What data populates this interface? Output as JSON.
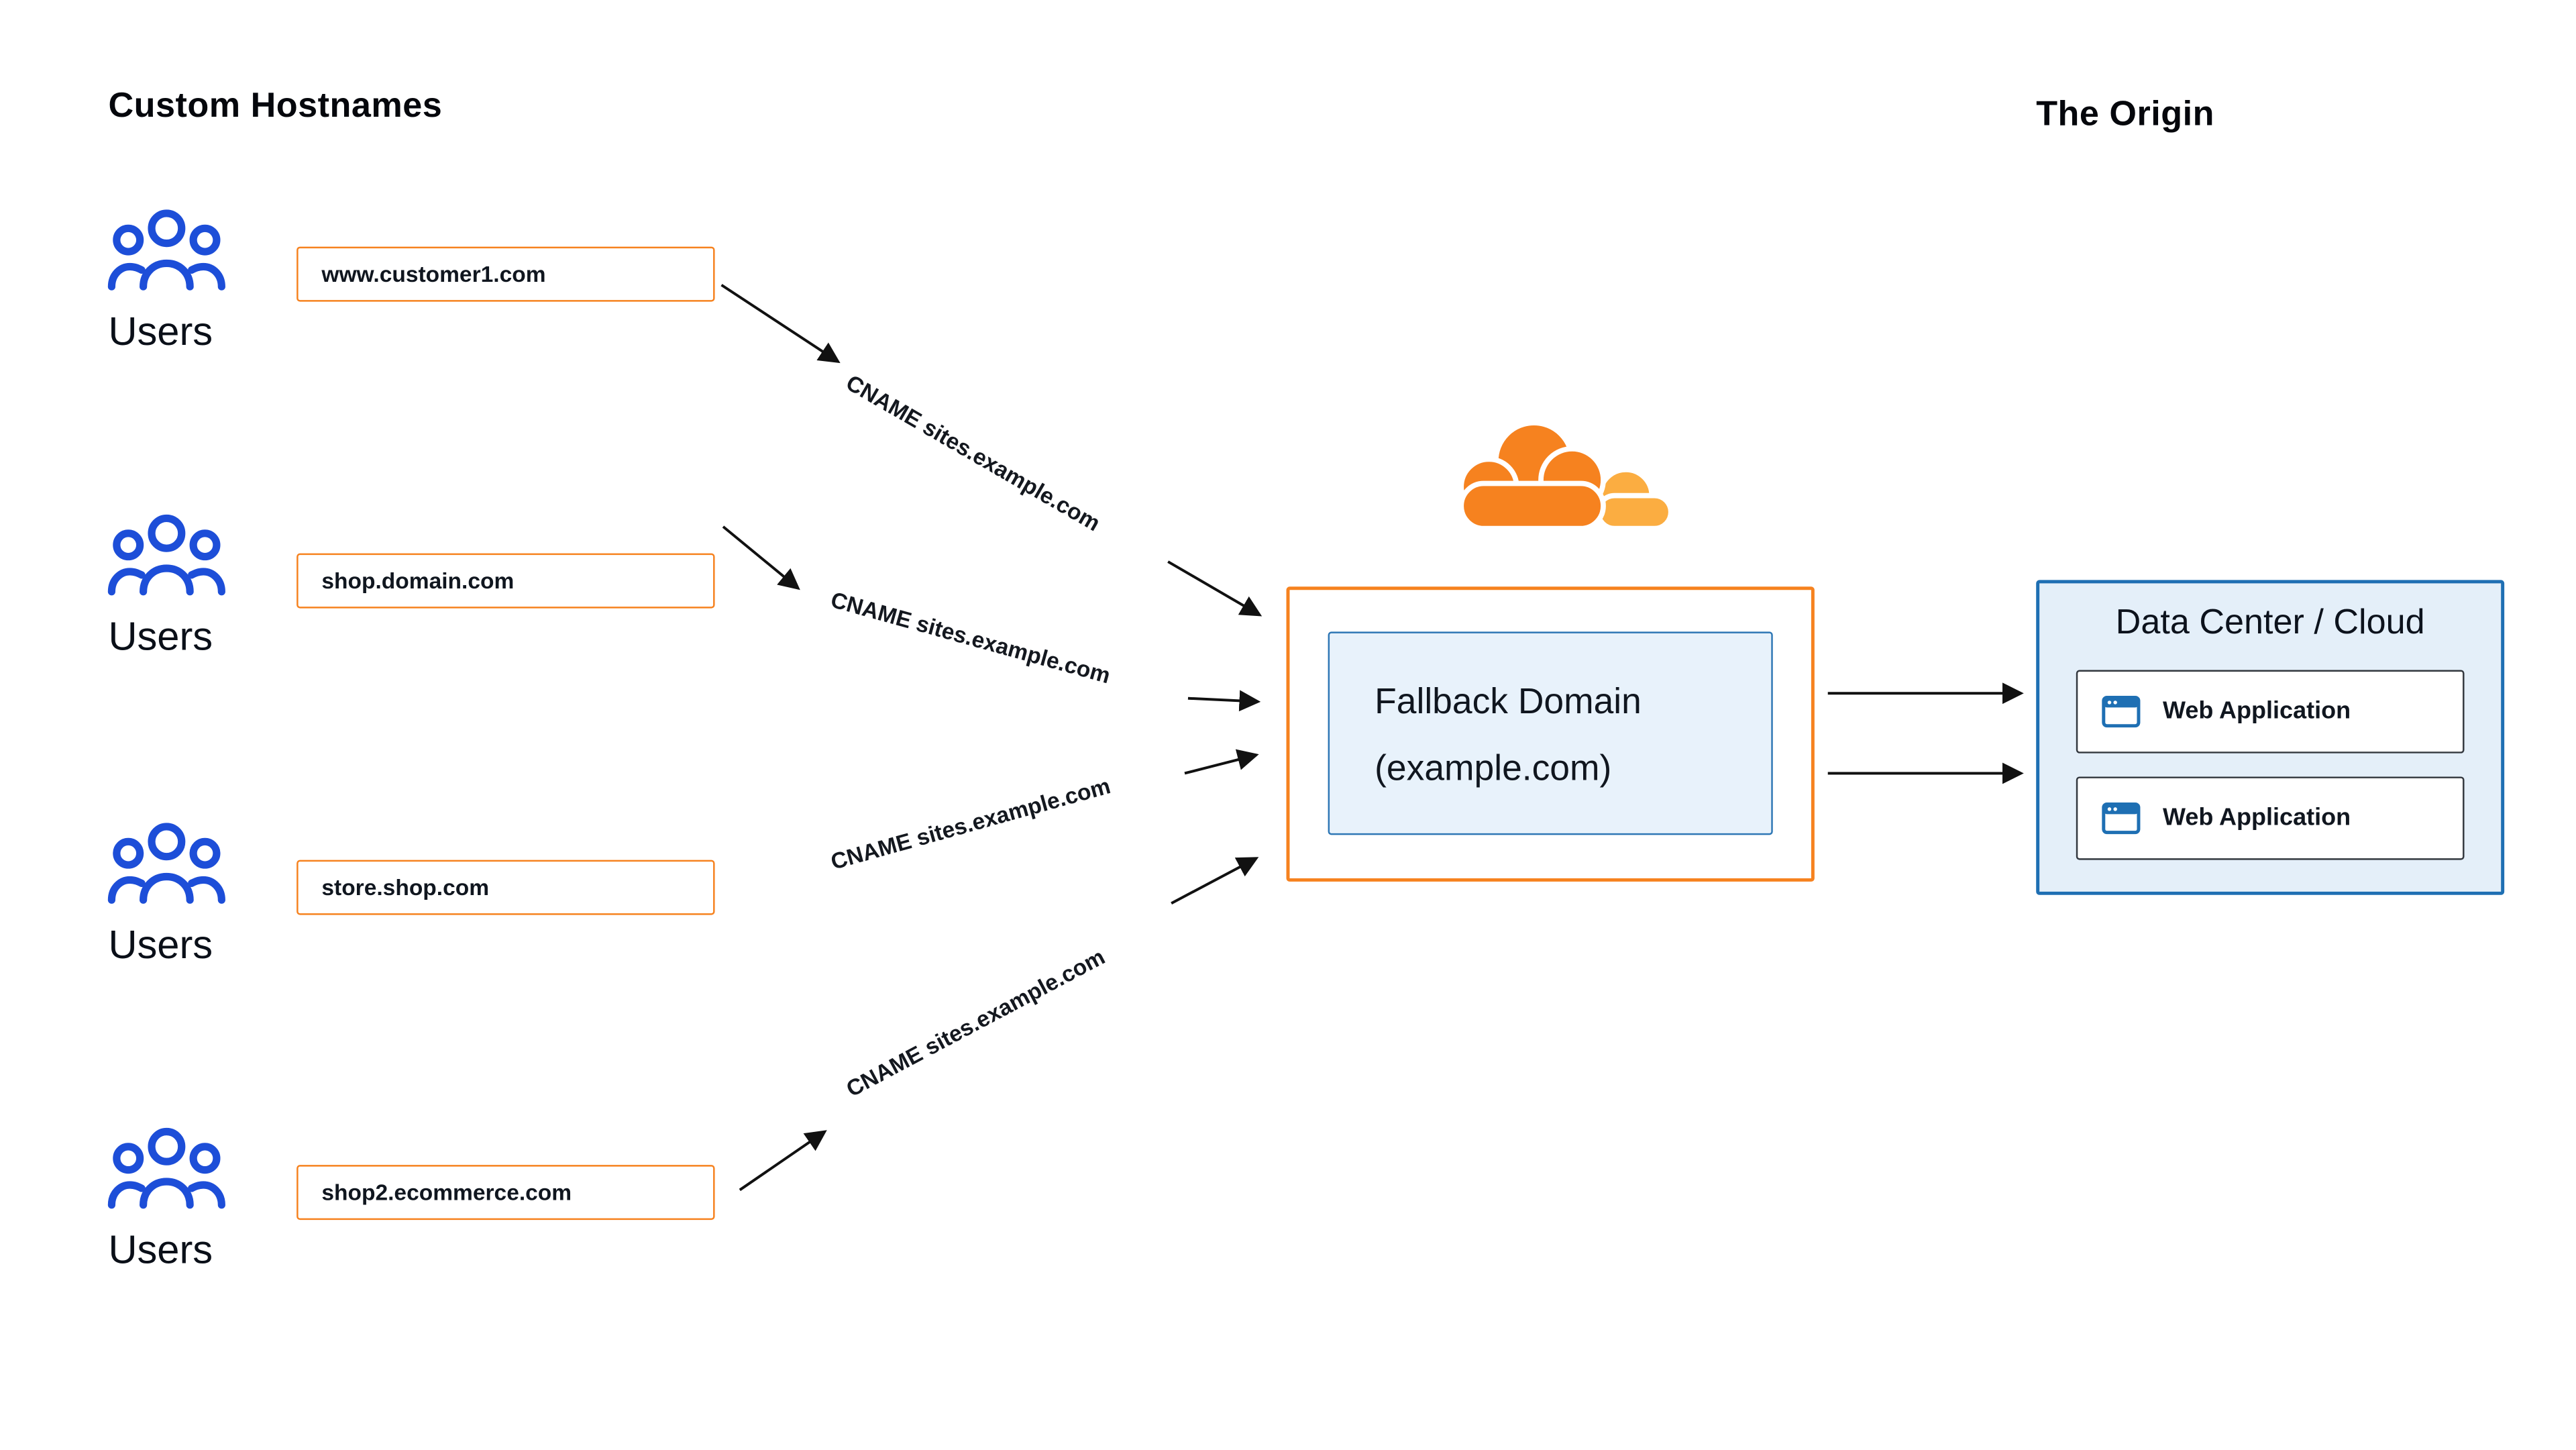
{
  "diagram": {
    "left_heading": "Custom Hostnames",
    "right_heading": "The Origin"
  },
  "custom_hostnames": [
    {
      "users_label": "Users",
      "hostname": "www.customer1.com",
      "cname_label": "CNAME sites.example.com"
    },
    {
      "users_label": "Users",
      "hostname": "shop.domain.com",
      "cname_label": "CNAME sites.example.com"
    },
    {
      "users_label": "Users",
      "hostname": "store.shop.com",
      "cname_label": "CNAME sites.example.com"
    },
    {
      "users_label": "Users",
      "hostname": "shop2.ecommerce.com",
      "cname_label": "CNAME sites.example.com"
    }
  ],
  "cloudflare": {
    "icon": "cloudflare-cloud-icon"
  },
  "fallback_domain": {
    "line1": "Fallback Domain",
    "line2": "(example.com)"
  },
  "origin": {
    "title": "Data Center / Cloud",
    "applications": [
      {
        "label": "Web Application",
        "icon": "browser-window-icon"
      },
      {
        "label": "Web Application",
        "icon": "browser-window-icon"
      }
    ]
  },
  "colors": {
    "cloudflare_orange": "#F6821F",
    "cloudflare_orange_light": "#FBAD41",
    "users_blue": "#1D4ED8",
    "origin_border_blue": "#1E6FB3",
    "origin_fill_blue": "#E4EFF9",
    "fallback_fill_blue": "#E8F2FB",
    "arrow_black": "#111111"
  }
}
